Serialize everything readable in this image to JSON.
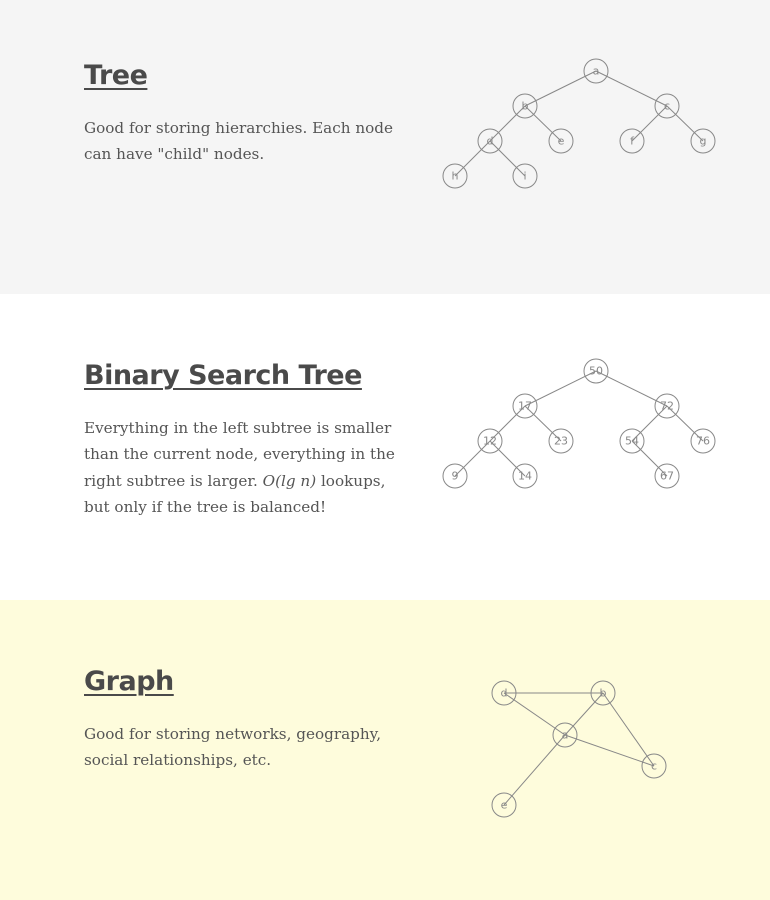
{
  "sections": {
    "tree": {
      "title": "Tree",
      "description": "Good for storing hierarchies. Each node can have \"child\" nodes.",
      "nodes": [
        "a",
        "b",
        "c",
        "d",
        "e",
        "f",
        "g",
        "h",
        "i"
      ]
    },
    "bst": {
      "title": "Binary Search Tree",
      "description_before": "Everything in the left subtree is smaller than the current node, everything in the right subtree is larger. ",
      "complexity": "O(lg n)",
      "description_after": " lookups, but only if the tree is balanced!",
      "nodes": [
        "50",
        "17",
        "72",
        "12",
        "23",
        "54",
        "76",
        "9",
        "14",
        "67"
      ]
    },
    "graph": {
      "title": "Graph",
      "description": "Good for storing networks, geography, social relationships, etc.",
      "nodes": [
        "a",
        "b",
        "c",
        "d",
        "e"
      ]
    }
  },
  "colors": {
    "tree_background": "#f5f5f5",
    "bst_background": "#ffffff",
    "graph_background": "#fefcdc",
    "text": "#555555",
    "diagram_stroke": "#888888"
  }
}
